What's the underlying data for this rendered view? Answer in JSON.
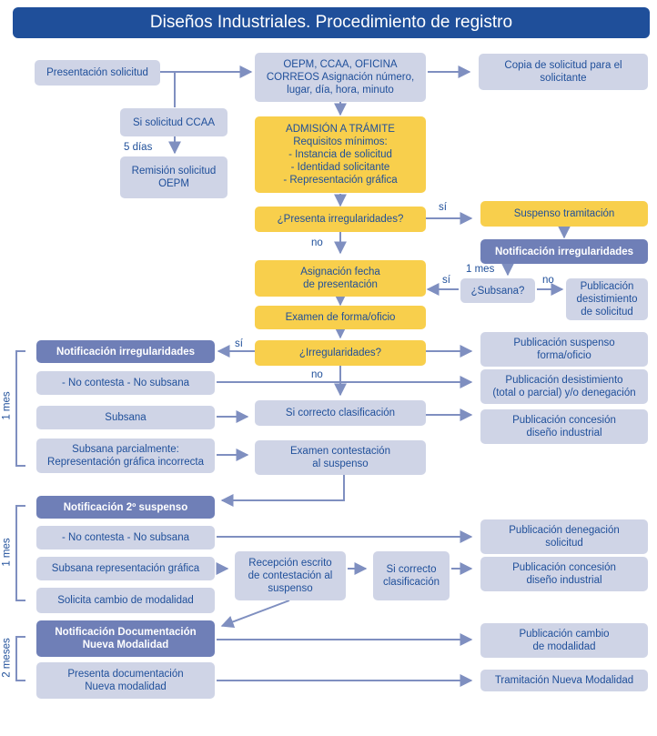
{
  "title": "Diseños Industriales. Procedimiento de registro",
  "colors": {
    "banner": "#1f4f9a",
    "gray_box": "#cfd4e6",
    "yellow_box": "#f8cf4c",
    "dark_box": "#6f7fb7",
    "arrow": "#7f8fc0"
  },
  "boxes": {
    "presentacion": "Presentación solicitud",
    "oepm": "OEPM, CCAA, OFICINA\nCORREOS Asignación número,\nlugar, día, hora, minuto",
    "copia": "Copia de solicitud para el\nsolicitante",
    "si_ccaa": "Si solicitud CCAA",
    "remision": "Remisión solicitud\nOEPM",
    "admision": "ADMISIÓN A TRÁMITE\nRequisitos mínimos:\n- Instancia de solicitud\n- Identidad solicitante\n- Representación gráfica",
    "presenta_irreg": "¿Presenta irregularidades?",
    "suspenso_tram": "Suspenso tramitación",
    "notif_irreg_1": "Notificación irregularidades",
    "asignacion_fecha": "Asignación fecha\nde presentación",
    "subsana_q": "¿Subsana?",
    "pub_desist_sol": "Publicación\ndesistimiento\nde solicitud",
    "examen_forma": "Examen de forma/oficio",
    "notif_irreg_2": "Notificación irregularidades",
    "irregularidades_q": "¿Irregularidades?",
    "pub_suspenso": "Publicación suspenso\nforma/oficio",
    "no_contesta_1": "- No contesta - No subsana",
    "pub_desist_total": "Publicación desistimiento\n(total o parcial) y/o denegación",
    "subsana": "Subsana",
    "si_correcto_1": "Si correcto clasificación",
    "pub_concesion_1": "Publicación concesión\ndiseño industrial",
    "subsana_parcial": "Subsana parcialmente:\nRepresentación gráfica incorrecta",
    "examen_contestacion": "Examen contestación\nal suspenso",
    "notif_2_suspenso": "Notificación 2º suspenso",
    "no_contesta_2": "- No contesta - No subsana",
    "pub_denegacion": "Publicación denegación\nsolicitud",
    "subsana_rep": "Subsana representación gráfica",
    "recepcion": "Recepción escrito\nde contestación al\nsuspenso",
    "si_correcto_2": "Si correcto\nclasificación",
    "pub_concesion_2": "Publicación concesión\ndiseño industrial",
    "solicita_cambio": "Solicita cambio de modalidad",
    "notif_doc": "Notificación Documentación\nNueva Modalidad",
    "pub_cambio": "Publicación cambio\nde modalidad",
    "presenta_doc": "Presenta documentación\nNueva modalidad",
    "tramitacion": "Tramitación Nueva Modalidad"
  },
  "labels": {
    "cinco_dias": "5 días",
    "si_1": "sí",
    "no_1": "no",
    "un_mes_top": "1 mes",
    "si_2": "sí",
    "no_2": "no",
    "si_3": "sí",
    "no_3": "no",
    "un_mes_a": "1 mes",
    "un_mes_b": "1 mes",
    "dos_meses": "2 meses"
  }
}
